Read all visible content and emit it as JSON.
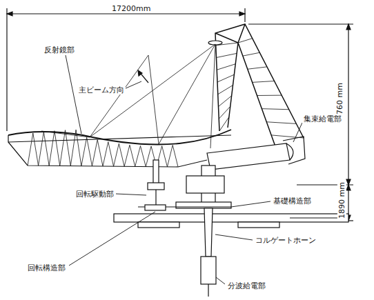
{
  "diagram": {
    "labels": [
      "17200mm",
      "反射鏡部",
      "主ビーム方向",
      "7760 mm",
      "集束給電部",
      "1890 mm",
      "回転駆動部",
      "基礎構造部",
      "コルゲートホーン",
      "回転構造部",
      "分波給電部"
    ]
  }
}
